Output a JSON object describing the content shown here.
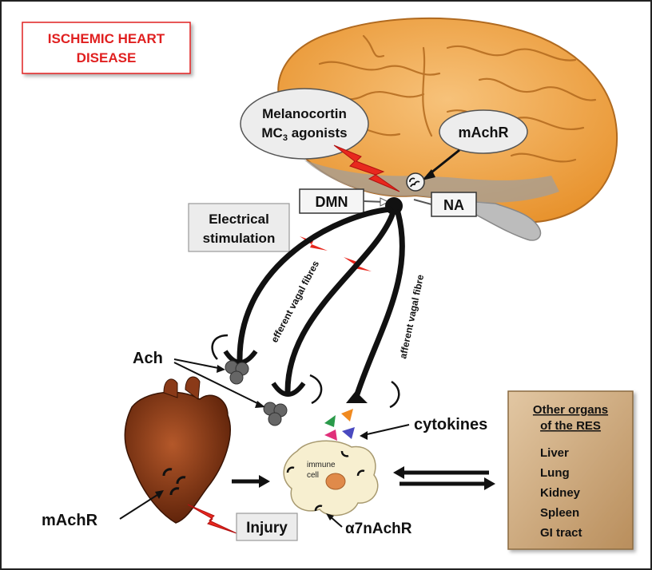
{
  "title": {
    "line1": "ISCHEMIC HEART",
    "line2": "DISEASE"
  },
  "melanocortin": {
    "line1": "Melanocortin",
    "line2_prefix": "MC",
    "line2_sub": "3",
    "line2_suffix": " agonists"
  },
  "brain_receptor": "mAchR",
  "dmn": "DMN",
  "na": "NA",
  "electrical": {
    "line1": "Electrical",
    "line2": "stimulation"
  },
  "efferent_label": "efferent vagal fibres",
  "afferent_label": "afferent vagal fibre",
  "ach": "Ach",
  "cytokines": "cytokines",
  "immune_cell": {
    "line1": "immune",
    "line2": "cell"
  },
  "heart_receptor": "mAchR",
  "injury": "Injury",
  "alpha_receptor": "α7nAchR",
  "other_organs": {
    "heading_line1": "Other organs",
    "heading_line2": "of the RES",
    "items": [
      "Liver",
      "Lung",
      "Kidney",
      "Spleen",
      "GI tract"
    ]
  },
  "colors": {
    "title_red": "#e02020",
    "bolt_red": "#e8281e",
    "brain_orange": "#f0a850",
    "heart_brown": "#8a3a18",
    "organ_panel": "#c9a47a"
  }
}
